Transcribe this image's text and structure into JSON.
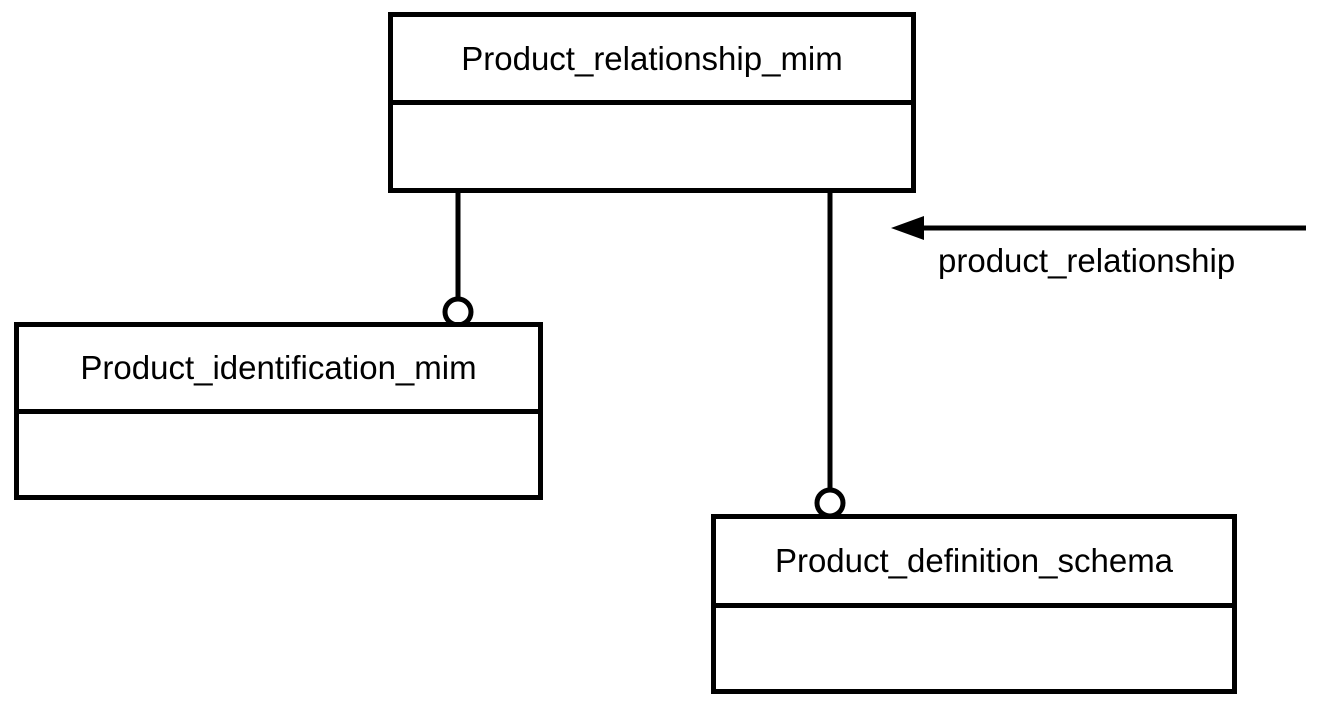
{
  "diagram": {
    "type": "schema-interface-diagram",
    "nodes": [
      {
        "id": "product_relationship_mim",
        "label": "Product_relationship_mim"
      },
      {
        "id": "product_identification_mim",
        "label": "Product_identification_mim"
      },
      {
        "id": "product_definition_schema",
        "label": "Product_definition_schema"
      }
    ],
    "edges": [
      {
        "from": "product_relationship_mim",
        "to": "product_identification_mim",
        "terminator": "circle"
      },
      {
        "from": "product_relationship_mim",
        "to": "product_definition_schema",
        "terminator": "circle"
      }
    ],
    "reference_arrow": {
      "label": "product_relationship",
      "direction": "left"
    },
    "colors": {
      "line": "#000000",
      "background": "#ffffff"
    }
  }
}
